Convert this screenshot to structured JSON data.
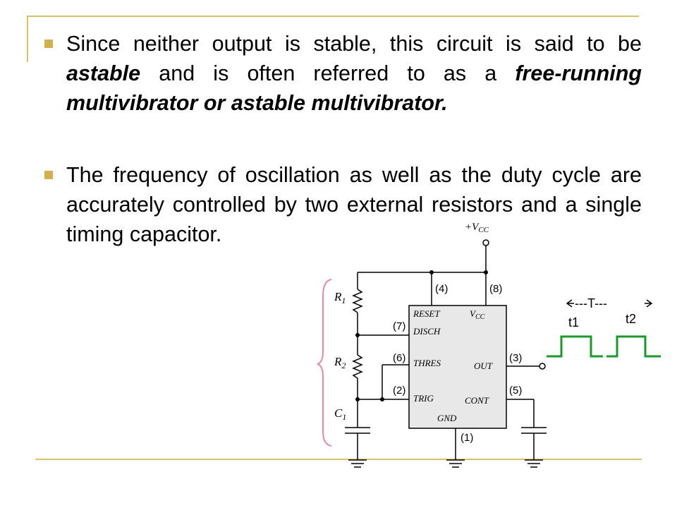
{
  "slide": {
    "bullets": [
      {
        "parts": [
          {
            "text": "Since neither output is stable, this circuit is said to be ",
            "emph": false
          },
          {
            "text": "astable",
            "emph": true
          },
          {
            "text": " and is often referred to as a ",
            "emph": false
          },
          {
            "text": "free-running multivibrator or astable multivibrator.",
            "emph": true
          }
        ]
      },
      {
        "parts": [
          {
            "text": "The frequency of oscillation as well as the duty cycle are accurately controlled by two external resistors and a single timing capacitor.",
            "emph": false
          }
        ]
      }
    ]
  },
  "circuit": {
    "vcc_label": "+V",
    "vcc_sub": "CC",
    "ic_pins": {
      "reset": "RESET",
      "vcc": "V",
      "vcc_sub": "CC",
      "disch": "DISCH",
      "thres": "THRES",
      "out": "OUT",
      "trig": "TRIG",
      "cont": "CONT",
      "gnd": "GND"
    },
    "pin_numbers": {
      "p4": "(4)",
      "p8": "(8)",
      "p7": "(7)",
      "p6": "(6)",
      "p3": "(3)",
      "p2": "(2)",
      "p5": "(5)",
      "p1": "(1)"
    },
    "components": {
      "r1": "R",
      "r1_sub": "1",
      "r2": "R",
      "r2_sub": "2",
      "c1": "C",
      "c1_sub": "1"
    }
  },
  "waveform": {
    "period_label": "---T---",
    "t1": "t1",
    "t2": "t2",
    "color": "#1a9a2a"
  },
  "colors": {
    "accent": "#d2b04c",
    "brace": "#e58aa0"
  }
}
